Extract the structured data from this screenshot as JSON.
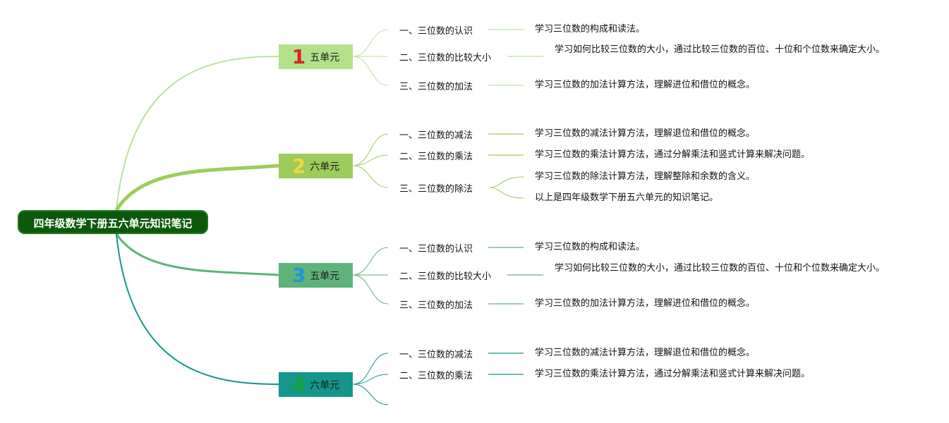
{
  "root": {
    "label": "四年级数学下册五六单元知识笔记"
  },
  "branches": [
    {
      "number": "1",
      "number_color": "#d9232e",
      "label": "五单元",
      "fill": "#b3e18a",
      "line": "#b8e39a",
      "topics": [
        {
          "label": "一、三位数的认识",
          "details": [
            "学习三位数的构成和读法。"
          ]
        },
        {
          "label": "二、三位数的比较大小",
          "details": [
            "学习如何比较三位数的大小，通过比较三位数的百位、十位和个位数来确定大小。"
          ]
        },
        {
          "label": "三、三位数的加法",
          "details": [
            "学习三位数的加法计算方法，理解进位和借位的概念。"
          ]
        }
      ]
    },
    {
      "number": "2",
      "number_color": "#f2d542",
      "label": "六单元",
      "fill": "#9ccc5a",
      "line": "#9ccc5a",
      "topics": [
        {
          "label": "一、三位数的减法",
          "details": [
            "学习三位数的减法计算方法，理解退位和借位的概念。"
          ]
        },
        {
          "label": "二、三位数的乘法",
          "details": [
            "学习三位数的乘法计算方法，通过分解乘法和竖式计算来解决问题。"
          ]
        },
        {
          "label": "三、三位数的除法",
          "details": [
            "学习三位数的除法计算方法，理解整除和余数的含义。",
            "以上是四年级数学下册五六单元的知识笔记。"
          ]
        }
      ]
    },
    {
      "number": "3",
      "number_color": "#2196d8",
      "label": "五单元",
      "fill": "#5fb27a",
      "line": "#5fb27a",
      "topics": [
        {
          "label": "一、三位数的认识",
          "details": [
            "学习三位数的构成和读法。"
          ]
        },
        {
          "label": "二、三位数的比较大小",
          "details": [
            "学习如何比较三位数的大小，通过比较三位数的百位、十位和个位数来确定大小。"
          ]
        },
        {
          "label": "三、三位数的加法",
          "details": [
            "学习三位数的加法计算方法，理解进位和借位的概念。"
          ]
        }
      ]
    },
    {
      "number": "4",
      "number_color": "#1aa03a",
      "label": "六单元",
      "fill": "#13968c",
      "line": "#13968c",
      "topics": [
        {
          "label": "一、三位数的减法",
          "details": [
            "学习三位数的减法计算方法，理解退位和借位的概念。"
          ]
        },
        {
          "label": "二、三位数的乘法",
          "details": [
            "学习三位数的乘法计算方法，通过分解乘法和竖式计算来解决问题。"
          ]
        },
        {
          "label": "",
          "details": []
        }
      ]
    }
  ]
}
